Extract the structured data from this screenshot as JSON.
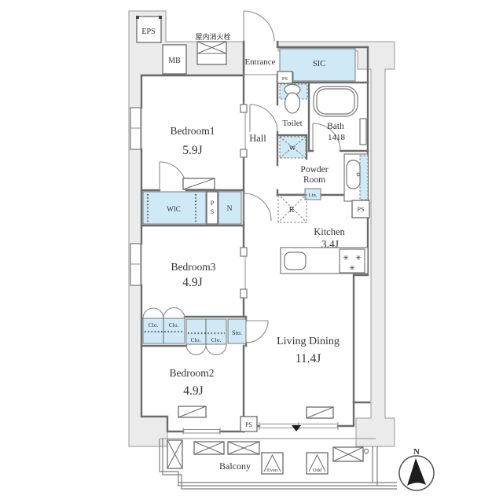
{
  "floorplan": {
    "common": {
      "eps": "EPS",
      "mb": "MB",
      "fire_hydrant": "屋内消火栓"
    },
    "entrance": {
      "label": "Entrance",
      "sic": "SIC",
      "ps_small": "PS"
    },
    "hall": {
      "label": "Hall"
    },
    "sanitary": {
      "toilet": "Toilet",
      "bath": "Bath",
      "bath_size": "1418",
      "powder_line1": "Powder",
      "powder_line2": "Room",
      "washer": "W",
      "linen": "Lin."
    },
    "kitchen": {
      "label": "Kitchen",
      "area": "3.4J",
      "fridge": "R",
      "ps": "PS"
    },
    "living": {
      "label": "Living Dining",
      "area": "11.4J",
      "ps": "PS"
    },
    "bedroom1": {
      "label": "Bedroom1",
      "area": "5.9J"
    },
    "bedroom2": {
      "label": "Bedroom2",
      "area": "4.9J"
    },
    "bedroom3": {
      "label": "Bedroom3",
      "area": "4.9J"
    },
    "closets": {
      "wic": "WIC",
      "nando": "N",
      "ps_p": "P",
      "ps_s": "S",
      "clo": "Clo.",
      "sto": "Sto."
    },
    "balcony": {
      "label": "Balcony",
      "hatch_even": "Even",
      "hatch_odd": "Odd"
    },
    "compass": {
      "north": "N"
    },
    "icons": {
      "burner": "✳"
    },
    "colors": {
      "closet_fill": "#cfe9f6",
      "common_area_fill": "#ebebeb",
      "wall": "#6b6b6b",
      "text": "#333333"
    }
  }
}
